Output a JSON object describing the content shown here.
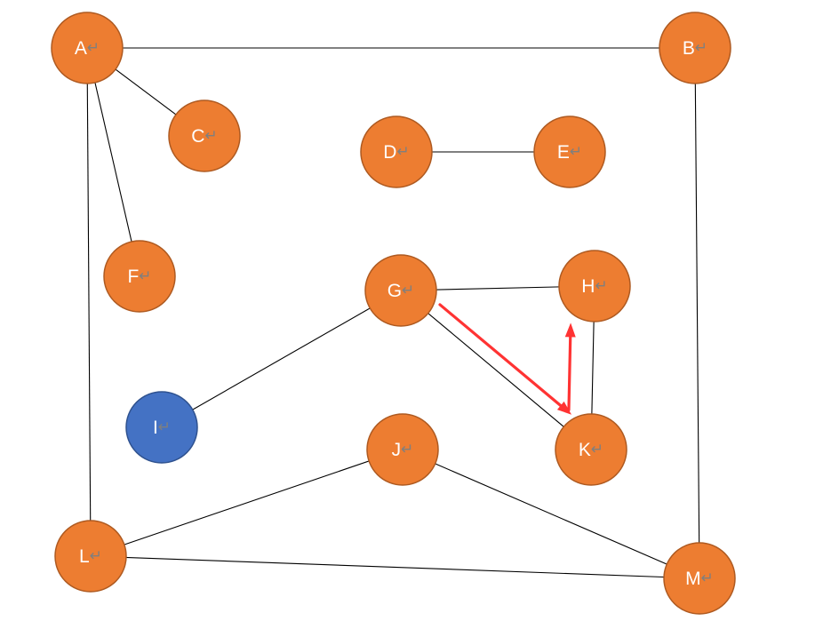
{
  "colors": {
    "node_fill": "#ed7d31",
    "node_stroke": "#ae5a21",
    "highlight_fill": "#4472c4",
    "highlight_stroke": "#2f528f",
    "edge": "#000000",
    "path_arrow": "#ff3333",
    "label": "#ffffff",
    "return_mark": "#7f7f7f"
  },
  "return_mark": "↵",
  "nodes": [
    {
      "id": "A",
      "label": "A",
      "style": "normal"
    },
    {
      "id": "B",
      "label": "B",
      "style": "normal"
    },
    {
      "id": "C",
      "label": "C",
      "style": "normal"
    },
    {
      "id": "D",
      "label": "D",
      "style": "normal"
    },
    {
      "id": "E",
      "label": "E",
      "style": "normal"
    },
    {
      "id": "F",
      "label": "F",
      "style": "normal"
    },
    {
      "id": "G",
      "label": "G",
      "style": "normal"
    },
    {
      "id": "H",
      "label": "H",
      "style": "normal"
    },
    {
      "id": "I",
      "label": "I",
      "style": "highlight"
    },
    {
      "id": "J",
      "label": "J",
      "style": "normal"
    },
    {
      "id": "K",
      "label": "K",
      "style": "normal"
    },
    {
      "id": "L",
      "label": "L",
      "style": "normal"
    },
    {
      "id": "M",
      "label": "M",
      "style": "normal"
    }
  ],
  "edges": [
    [
      "A",
      "B"
    ],
    [
      "A",
      "C"
    ],
    [
      "A",
      "F"
    ],
    [
      "A",
      "L"
    ],
    [
      "B",
      "M"
    ],
    [
      "D",
      "E"
    ],
    [
      "G",
      "H"
    ],
    [
      "G",
      "I"
    ],
    [
      "G",
      "K"
    ],
    [
      "H",
      "K"
    ],
    [
      "J",
      "L"
    ],
    [
      "J",
      "M"
    ],
    [
      "L",
      "M"
    ]
  ],
  "path_arrows": [
    [
      "G",
      "K"
    ],
    [
      "K",
      "H"
    ]
  ]
}
